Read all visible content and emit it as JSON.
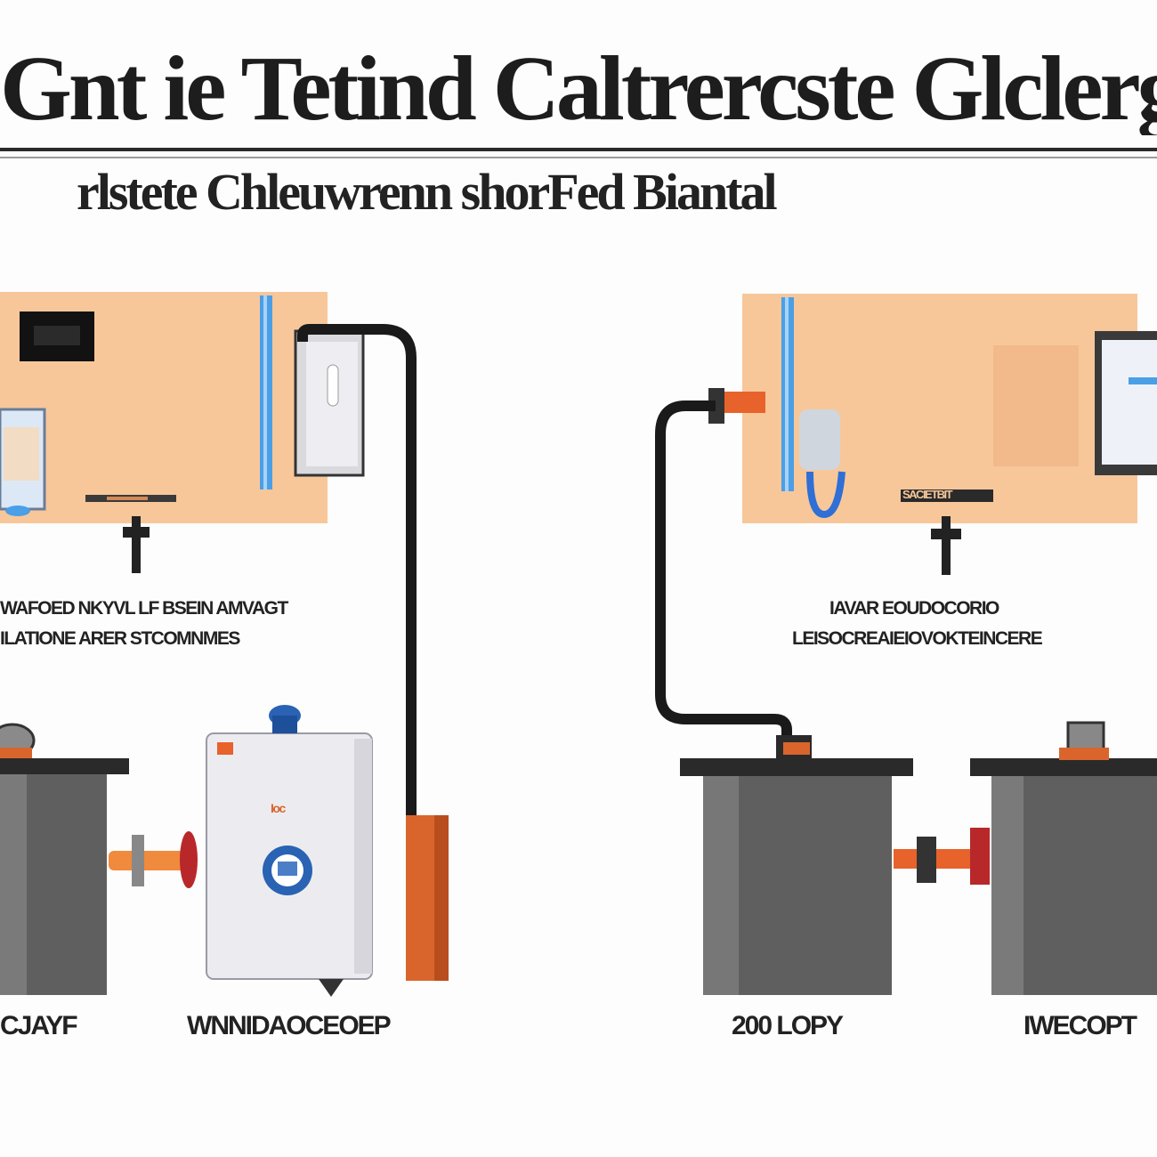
{
  "header": {
    "title": "Gnt ie Tetind Caltrercste Glclergusfitbc",
    "subtitle": "rlstete Chleuwrenn shorFed Biantal"
  },
  "left_panel": {
    "caption_line1": "WAFOED NKYVL LF BSEIN AMVAGT",
    "caption_line2": "ILATIONE ARER STCOMNMES",
    "tank_label": "CJAYF",
    "heater_label": "WNNIDAOCEOEP",
    "heater_badge": "Ioc"
  },
  "right_panel": {
    "caption_line1": "IAVAR EOUDOCORIO",
    "caption_line2": "LEISOCREAIEIOVOKTEINCERE",
    "tag_label": "SACIETBIT",
    "tank_left_label": "200 LOPY",
    "tank_right_label": "IWECOPT"
  },
  "colors": {
    "panel": "#f7c79a",
    "tank": "#5f5f5f",
    "pipe_dark": "#1a1a1a",
    "pipe_orange": "#e8622c",
    "accent_blue": "#4a9fe6",
    "heater_body": "#ececf0"
  }
}
